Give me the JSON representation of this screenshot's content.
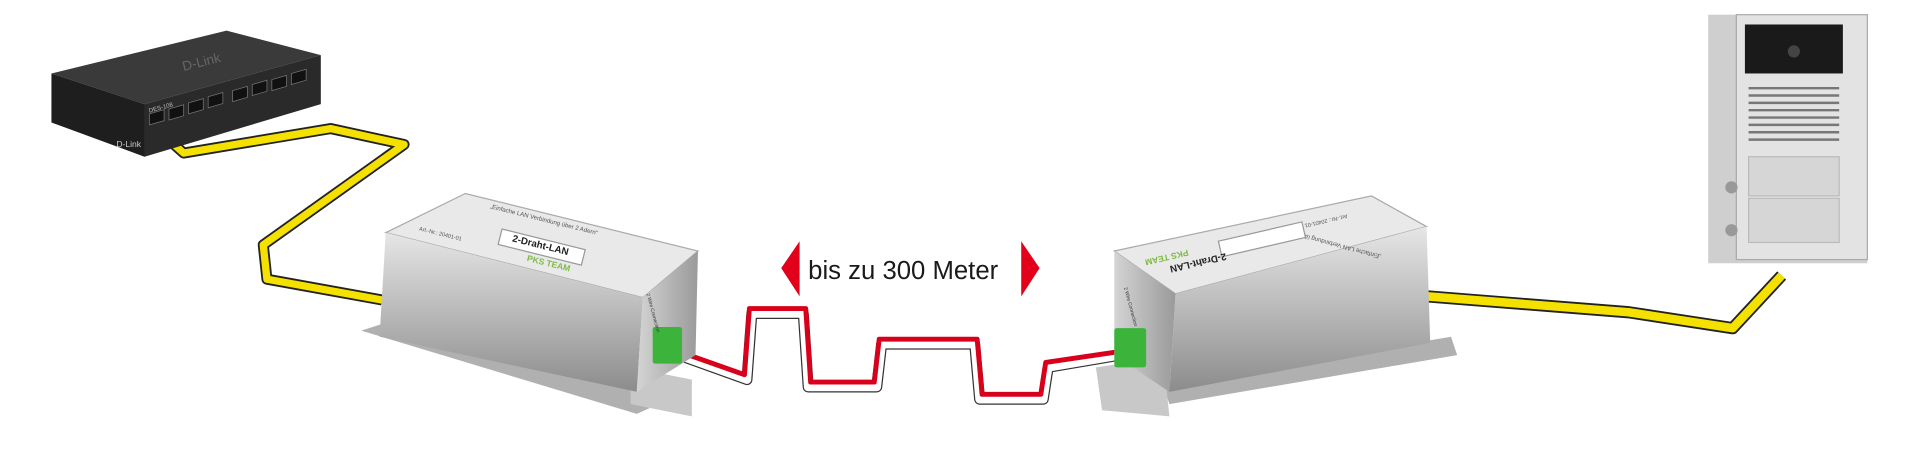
{
  "distance_label": "bis zu 300 Meter",
  "switch": {
    "brand": "D-Link",
    "model": "DES-108"
  },
  "left_device": {
    "slogan": "„Einfache LAN Verbindung über 2 Adern“",
    "name": "2-Draht-LAN",
    "article": "Art.-Nr.: 20401-01",
    "logo": "PKS TEAM",
    "connector_label": "2 Wire Connection"
  },
  "right_device": {
    "slogan": "„Einfache LAN Verbindung über 2 Adern“",
    "name": "2-Draht-LAN",
    "article": "Art.-Nr.: 20401-01",
    "logo": "PKS TEAM",
    "connector_label": "2 Wire Connection"
  },
  "colors": {
    "arrow": "#e2001a",
    "cable_lan": "#f5e100",
    "wire_red": "#d9001b",
    "terminal": "#3cb43c"
  }
}
